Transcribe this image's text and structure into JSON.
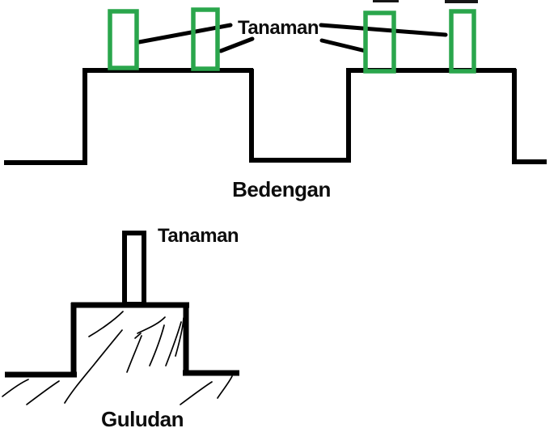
{
  "page": {
    "background": "#ffffff"
  },
  "colors": {
    "plant_green": "#2aa64c",
    "outline_black": "#000000"
  },
  "bedengan_diagram": {
    "plant_label": "Tanaman",
    "caption": "Bedengan",
    "plant_count": 4
  },
  "guludan_diagram": {
    "plant_label": "Tanaman",
    "caption": "Guludan",
    "plant_count": 1
  }
}
